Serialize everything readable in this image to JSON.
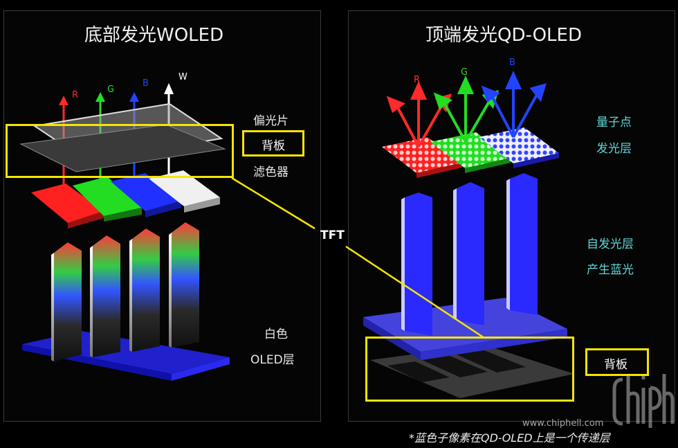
{
  "left_panel": {
    "title": "底部发光WOLED",
    "arrows": [
      {
        "label": "R",
        "color": "#ff2a2a"
      },
      {
        "label": "G",
        "color": "#22dd22"
      },
      {
        "label": "B",
        "color": "#2244ff"
      },
      {
        "label": "W",
        "color": "#ffffff"
      }
    ],
    "labels": {
      "polarizer": "偏光片",
      "backplane": "背板",
      "color_filter": "滤色器",
      "oled_line1": "白色",
      "oled_line2": "OLED层"
    }
  },
  "right_panel": {
    "title": "顶端发光QD-OLED",
    "arrows": [
      {
        "label": "R",
        "color": "#ff2a2a"
      },
      {
        "label": "G",
        "color": "#22dd22"
      },
      {
        "label": "B",
        "color": "#2244ff"
      }
    ],
    "labels": {
      "qd_line1": "量子点",
      "qd_line2": "发光层",
      "emit_line1": "自发光层",
      "emit_line2": "产生蓝光",
      "backplane": "背板"
    }
  },
  "center": {
    "tft_label": "TFT"
  },
  "footer": {
    "note": "*蓝色子像素在QD-OLED上是一个传递层",
    "watermark_url": "www.chiphell.com",
    "watermark_logo": "chiphell"
  },
  "colors": {
    "highlight": "#f5e600",
    "subpixel_red": "#ff2020",
    "subpixel_green": "#22dd22",
    "subpixel_blue": "#2030ff",
    "label_cyan": "#5fd6d6"
  }
}
